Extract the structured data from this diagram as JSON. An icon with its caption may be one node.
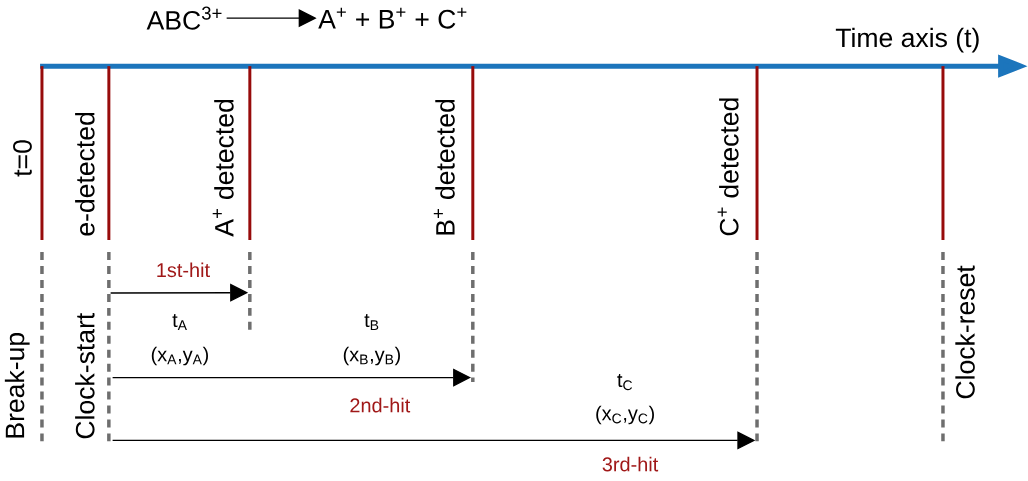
{
  "diagram": {
    "nodes": [
      {
        "text": [
          "ABC$^{3+}$"
        ]
      },
      {
        "text": [
          "A$^{+}$ + B$^{+}$ + C$^{+}$"
        ]
      },
      {
        "text": [
          "t=0",
          "Break-up"
        ]
      },
      {
        "text": [
          "e-detected",
          "Clock-start"
        ]
      },
      {
        "text": [
          "A$^{+}$ detected"
        ]
      },
      {
        "text": [
          "B$^{+}$ detected"
        ]
      },
      {
        "text": [
          "C$^{+}$ detected"
        ]
      },
      {
        "text": [
          "Clock-reset"
        ]
      }
    ],
    "edges": [
      {
        "from": 0,
        "to": 1,
        "arrow": "to"
      },
      {
        "from": 3,
        "to": 4,
        "arrow": "to",
        "label": "1st-hit"
      },
      {
        "from": 3,
        "to": 5,
        "arrow": "to",
        "label": "2nd-hit"
      },
      {
        "from": 3,
        "to": 6,
        "arrow": "to",
        "label": "3rd-hit"
      }
    ],
    "labels": [
      "Time axis (t)",
      "t$_{A}$",
      "(x$_{A}$,y$_{A}$)",
      "t$_{B}$",
      "(x$_{B}$,y$_{B}$)",
      "t$_{C}$",
      "(x$_{C}$,y$_{C}$)"
    ]
  }
}
